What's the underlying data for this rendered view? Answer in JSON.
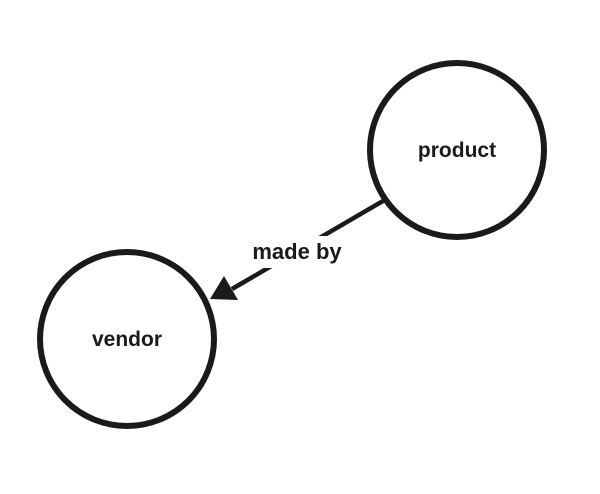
{
  "diagram": {
    "nodes": {
      "product": {
        "label": "product"
      },
      "vendor": {
        "label": "vendor"
      }
    },
    "edges": [
      {
        "from": "product",
        "to": "vendor",
        "label": "made by"
      }
    ],
    "colors": {
      "stroke": "#1a1a1a",
      "background": "#ffffff"
    }
  }
}
